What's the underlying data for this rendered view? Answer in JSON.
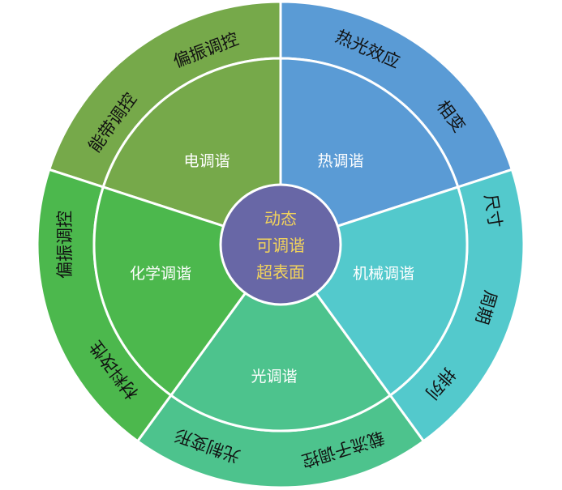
{
  "center": {
    "lines": [
      "动态",
      "可调谐",
      "超表面"
    ],
    "color": "#6867a6",
    "text_color": "#f2d35c"
  },
  "sectors": [
    {
      "label": "电调谐",
      "color": "#76a94a",
      "children": [
        "能带调控",
        "偏振调控"
      ]
    },
    {
      "label": "热调谐",
      "color": "#5a9bd5",
      "children": [
        "热光效应",
        "相变"
      ]
    },
    {
      "label": "机械调谐",
      "color": "#53c9cc",
      "children": [
        "尺寸",
        "周期",
        "排列"
      ]
    },
    {
      "label": "光调谐",
      "color": "#4dc38d",
      "children": [
        "载流子调控",
        "光制变形"
      ]
    },
    {
      "label": "化学调谐",
      "color": "#4cb84d",
      "children": [
        "偏振调控",
        "材料改性"
      ]
    }
  ]
}
